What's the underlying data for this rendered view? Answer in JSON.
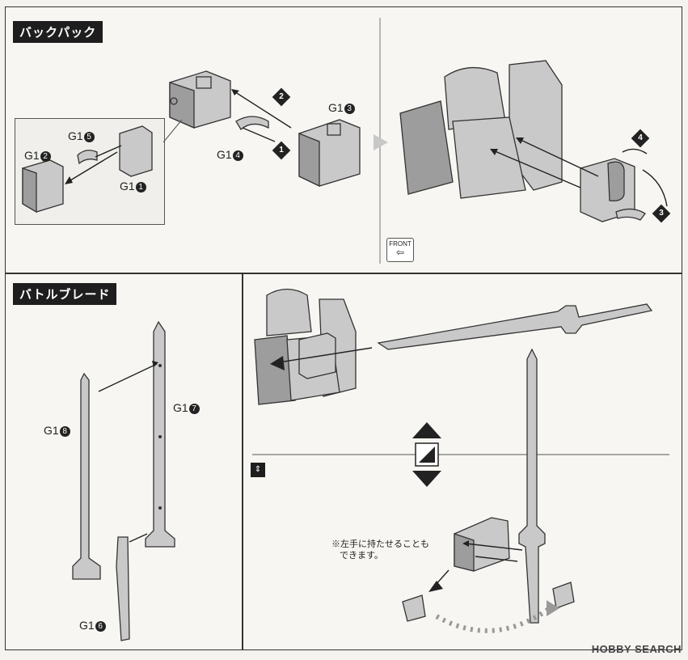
{
  "section1": {
    "title": "バックパック",
    "labels": {
      "g1_3": "G1",
      "g1_3_num": "3",
      "g1_4": "G1",
      "g1_4_num": "4",
      "g1_5": "G1",
      "g1_5_num": "5",
      "g1_2": "G1",
      "g1_2_num": "2",
      "g1_1": "G1",
      "g1_1_num": "1"
    },
    "steps": [
      "1",
      "2",
      "3",
      "4"
    ],
    "front_label": "FRONT"
  },
  "section2": {
    "title": "バトルブレード",
    "labels": {
      "g1_7": "G1",
      "g1_7_num": "7",
      "g1_8": "G1",
      "g1_8_num": "8",
      "g1_6": "G1",
      "g1_6_num": "6"
    },
    "note_line1": "※左手に持たせることも",
    "note_line2": "できます。"
  },
  "watermark": "HOBBY SEARCH"
}
